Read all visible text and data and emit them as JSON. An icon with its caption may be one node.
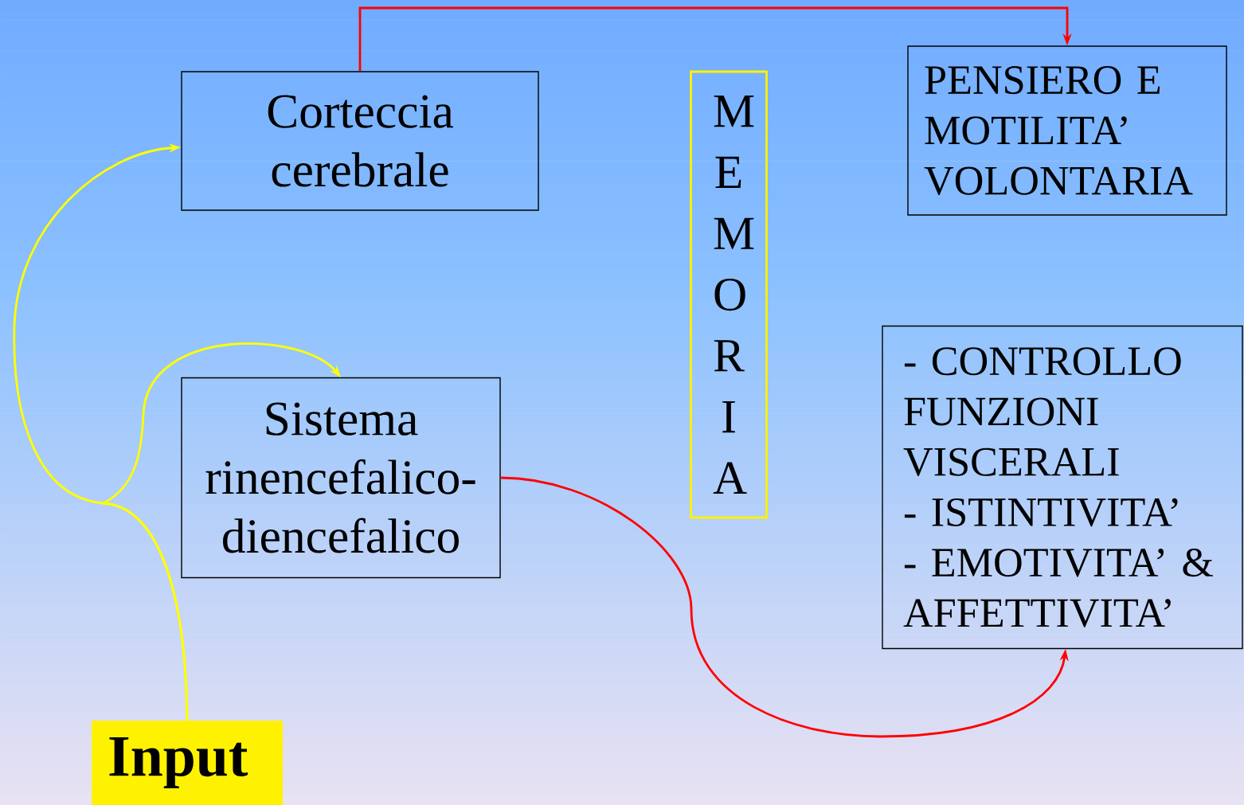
{
  "diagram": {
    "nodes": [
      {
        "text": [
          "Corteccia cerebrale"
        ]
      },
      {
        "text": [
          "PENSIERO E MOTILITA’ VOLONTARIA"
        ]
      },
      {
        "text": [
          "M E M O R I A"
        ]
      },
      {
        "text": [
          "Sistema rinencefalico-diencefalico"
        ]
      },
      {
        "text": [
          "- CONTROLLO FUNZIONI VISCERALI",
          "- ISTINTIVITA’",
          "- EMOTIVITA’ & AFFETTIVITA’"
        ]
      },
      {
        "text": [
          "Input"
        ]
      }
    ],
    "edges": [
      {
        "from": 5,
        "to": 0,
        "arrow": "to",
        "color": "#ffff00"
      },
      {
        "from": 5,
        "to": 3,
        "arrow": "to",
        "color": "#ffff00"
      },
      {
        "from": 0,
        "to": 1,
        "arrow": "to",
        "color": "#ff0000"
      },
      {
        "from": 3,
        "to": 4,
        "arrow": "to",
        "color": "#ff0000"
      }
    ]
  }
}
